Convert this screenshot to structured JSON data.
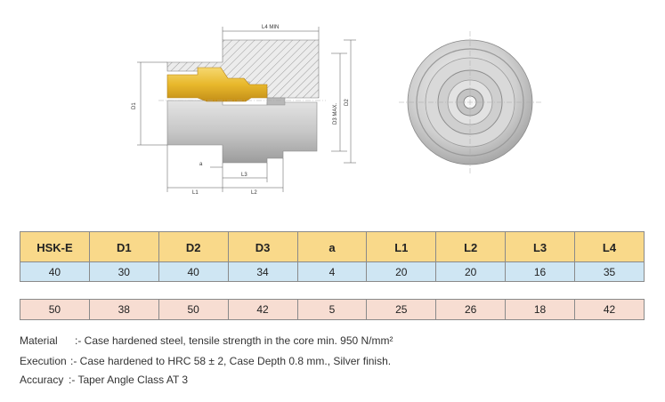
{
  "drawing": {
    "labels": {
      "l4min": "L4 MIN",
      "d1": "D1",
      "d2": "D2",
      "d3max": "D3 MAX.",
      "a": "a",
      "l1": "L1",
      "l2": "L2",
      "l3": "L3"
    }
  },
  "table": {
    "headers": [
      "HSK-E",
      "D1",
      "D2",
      "D3",
      "a",
      "L1",
      "L2",
      "L3",
      "L4"
    ],
    "rows": [
      [
        "40",
        "30",
        "40",
        "34",
        "4",
        "20",
        "20",
        "16",
        "35"
      ],
      [
        "50",
        "38",
        "50",
        "42",
        "5",
        "25",
        "26",
        "18",
        "42"
      ]
    ]
  },
  "notes": [
    {
      "label": "Material",
      "text": ":- Case hardened steel, tensile strength in the core min. 950 N/mm²"
    },
    {
      "label": "Execution",
      "text": ":- Case hardened to HRC 58 ± 2, Case Depth 0.8 mm., Silver finish."
    },
    {
      "label": "Accuracy",
      "text": ":- Taper Angle Class AT 3"
    }
  ],
  "colors": {
    "header_bg": "#f9d98a",
    "row1_bg": "#cfe6f3",
    "row2_bg": "#f7ddd2",
    "insert_gold": "#e6b82e",
    "body_silver": "#c8c8c8"
  }
}
